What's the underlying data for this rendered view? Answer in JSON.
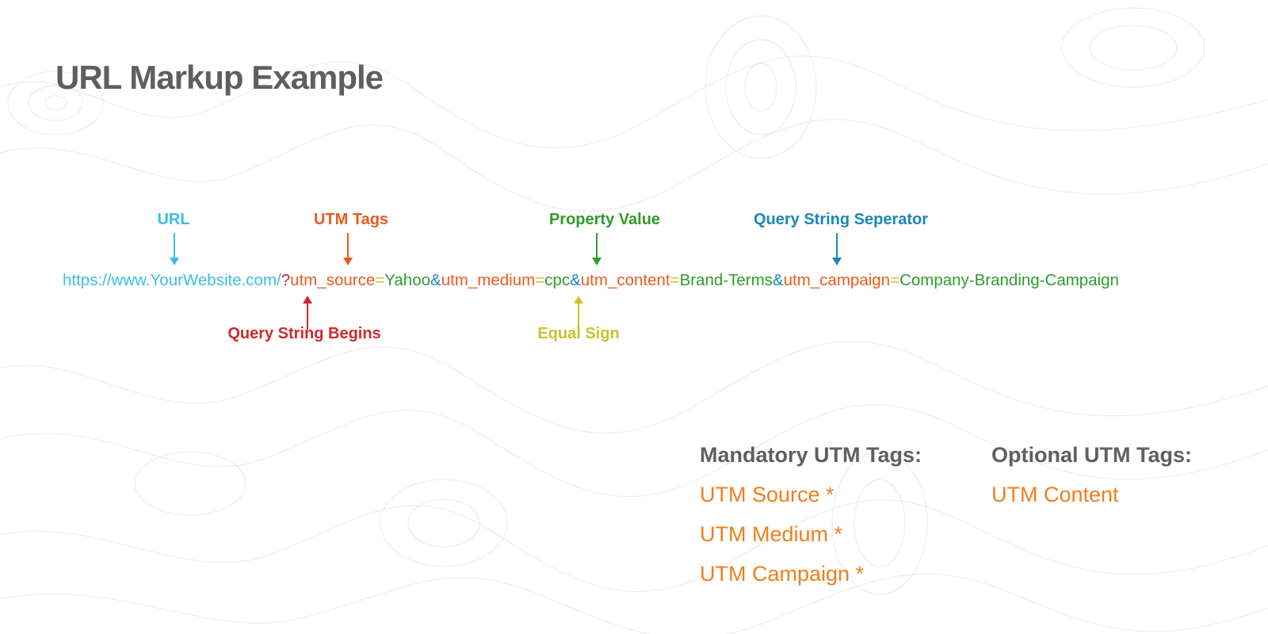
{
  "title": "URL Markup Example",
  "colors": {
    "url": "#3dbde8",
    "utm_tag": "#eb5a1f",
    "property_value": "#2f9c2c",
    "separator": "#1c86b8",
    "query_begin": "#cf2a2d",
    "equal_sign": "#cbc22a",
    "heading": "#5f5f5f",
    "list_item": "#f07f1d"
  },
  "callouts": {
    "url": "URL",
    "utm_tags": "UTM Tags",
    "property_value": "Property Value",
    "query_string_separator": "Query String Seperator",
    "query_string_begins": "Query String Begins",
    "equal_sign": "Equal Sign"
  },
  "url_segments": [
    {
      "text": "https://www.YourWebsite.com/",
      "role": "url"
    },
    {
      "text": "?",
      "role": "query_begin"
    },
    {
      "text": "utm_source",
      "role": "utm_tag"
    },
    {
      "text": "=",
      "role": "equal_sign"
    },
    {
      "text": "Yahoo",
      "role": "property_value"
    },
    {
      "text": "&",
      "role": "separator"
    },
    {
      "text": "utm_medium",
      "role": "utm_tag"
    },
    {
      "text": "=",
      "role": "equal_sign"
    },
    {
      "text": "cpc",
      "role": "property_value"
    },
    {
      "text": "&",
      "role": "separator"
    },
    {
      "text": "utm_content",
      "role": "utm_tag"
    },
    {
      "text": "=",
      "role": "equal_sign"
    },
    {
      "text": "Brand-Terms",
      "role": "property_value"
    },
    {
      "text": "&",
      "role": "separator"
    },
    {
      "text": "utm_campaign",
      "role": "utm_tag"
    },
    {
      "text": "=",
      "role": "equal_sign"
    },
    {
      "text": "Company-Branding-Campaign",
      "role": "property_value"
    }
  ],
  "mandatory": {
    "heading": "Mandatory UTM Tags:",
    "items": [
      "UTM Source *",
      "UTM Medium *",
      "UTM Campaign *"
    ]
  },
  "optional": {
    "heading": "Optional UTM Tags:",
    "items": [
      "UTM Content"
    ]
  }
}
